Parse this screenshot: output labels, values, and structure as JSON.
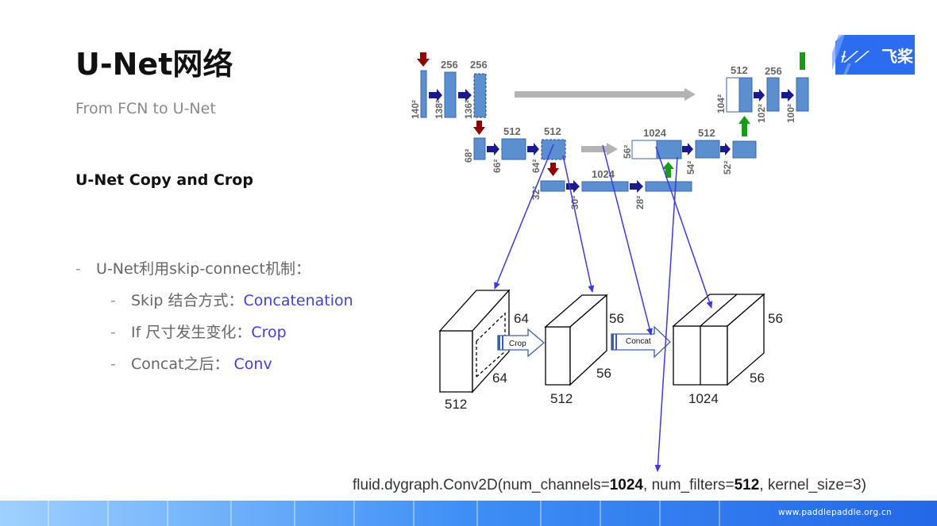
{
  "header": {
    "title": "U-Net网络",
    "subtitle": "From FCN to U-Net",
    "section_title": "U-Net Copy and Crop"
  },
  "bullets": {
    "main": "U-Net利用skip-connect机制：",
    "sub": [
      {
        "prefix": "Skip 结合方式：",
        "highlight": "Concatenation"
      },
      {
        "prefix": "If 尺寸发生变化：",
        "highlight": "Crop"
      },
      {
        "prefix": "Concat之后： ",
        "highlight": "Conv"
      }
    ]
  },
  "brand": {
    "logo_text": "飞桨",
    "url": "www.paddlepaddle.org.cn"
  },
  "unet_labels": {
    "c256a": "256",
    "c256b": "256",
    "s140": "140²",
    "s138": "138²",
    "s136": "136²",
    "c512a": "512",
    "c512b": "512",
    "s68": "68²",
    "s66": "66²",
    "s64": "64²",
    "c1024": "1024",
    "s32": "32²",
    "s30": "30²",
    "s28": "28²",
    "c1024b": "1024",
    "c512c": "512",
    "s56": "56²",
    "s54": "54²",
    "s52": "52²",
    "c512d": "512",
    "c256c": "256",
    "s104": "104²",
    "s102": "102²",
    "s100": "100²"
  },
  "blocks": {
    "b1": {
      "top": "64",
      "bottom": "64",
      "depth": "512",
      "op": "Crop"
    },
    "b2": {
      "top": "56",
      "bottom": "56",
      "depth": "512",
      "op": "Concat"
    },
    "b3": {
      "top": "56",
      "bottom": "56",
      "depth": "1024"
    }
  },
  "code": {
    "prefix": "fluid.dygraph.Conv2D(num_channels=",
    "channels": "1024",
    "mid": ", num_filters=",
    "filters": "512",
    "suffix": ", kernel_size=3)"
  }
}
